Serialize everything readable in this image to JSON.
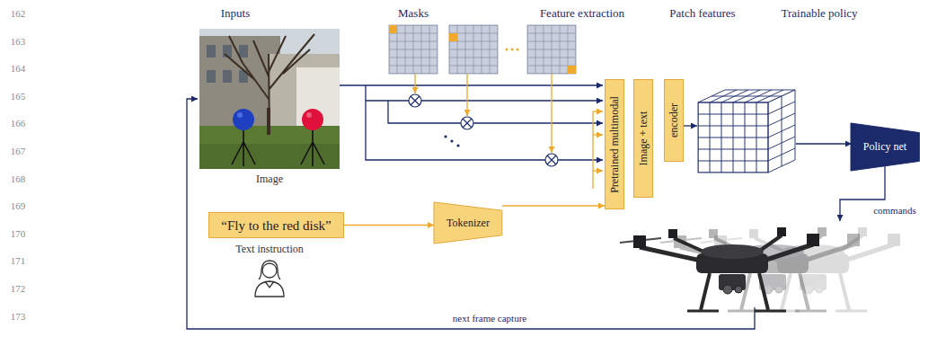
{
  "diagram": {
    "nodes": [
      {
        "text": [
          "“Fly to the red disk”"
        ]
      },
      {
        "text": [
          "Tokenizer"
        ]
      },
      {
        "text": [
          "Pretrained multimodal"
        ]
      },
      {
        "text": [
          "Image + text"
        ]
      },
      {
        "text": [
          "encoder"
        ]
      },
      {
        "text": [
          "Policy net"
        ]
      }
    ],
    "edges": [
      {
        "from": 0,
        "to": 1,
        "arrow": "to"
      },
      {
        "from": 1,
        "to": 2,
        "arrow": "to"
      }
    ],
    "labels": [
      "162",
      "163",
      "164",
      "165",
      "166",
      "167",
      "168",
      "169",
      "170",
      "171",
      "172",
      "173",
      "Inputs",
      "Masks",
      "Feature extraction",
      "Patch features",
      "Trainable policy",
      "Image",
      "Text instruction",
      "commands",
      "next frame capture"
    ]
  }
}
